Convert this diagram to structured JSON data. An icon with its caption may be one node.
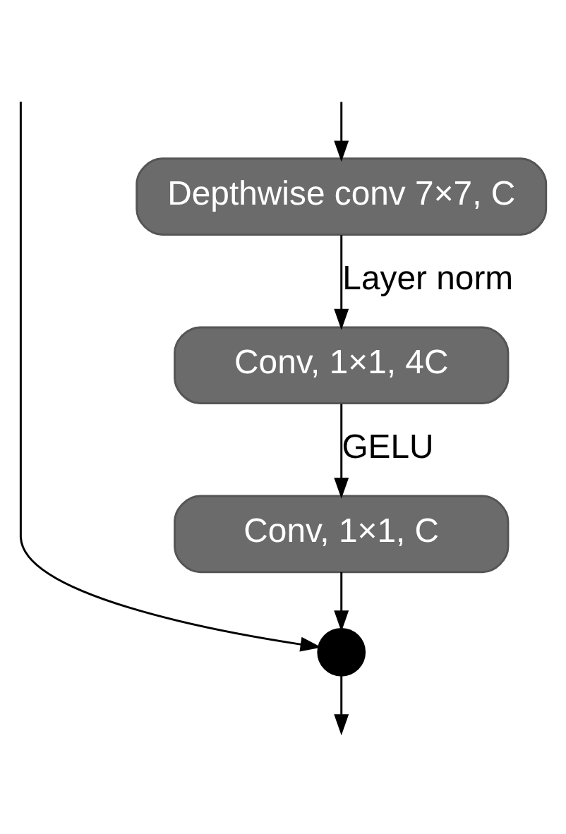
{
  "diagram": {
    "nodes": [
      {
        "text": [
          "Depthwise conv 7×7, C"
        ]
      },
      {
        "text": [
          "Conv, 1×1, 4C"
        ]
      },
      {
        "text": [
          "Conv, 1×1, C"
        ]
      },
      {
        "text": [],
        "shape": "circle"
      }
    ],
    "edges": [
      {
        "from": null,
        "to": 0,
        "arrow": "to"
      },
      {
        "from": 0,
        "to": 1,
        "arrow": "to",
        "label": "Layer norm"
      },
      {
        "from": 1,
        "to": 2,
        "arrow": "to",
        "label": "GELU"
      },
      {
        "from": 2,
        "to": 3,
        "arrow": "to"
      },
      {
        "from": null,
        "to": 3,
        "arrow": "to"
      },
      {
        "from": 3,
        "to": null,
        "arrow": "to"
      }
    ]
  }
}
